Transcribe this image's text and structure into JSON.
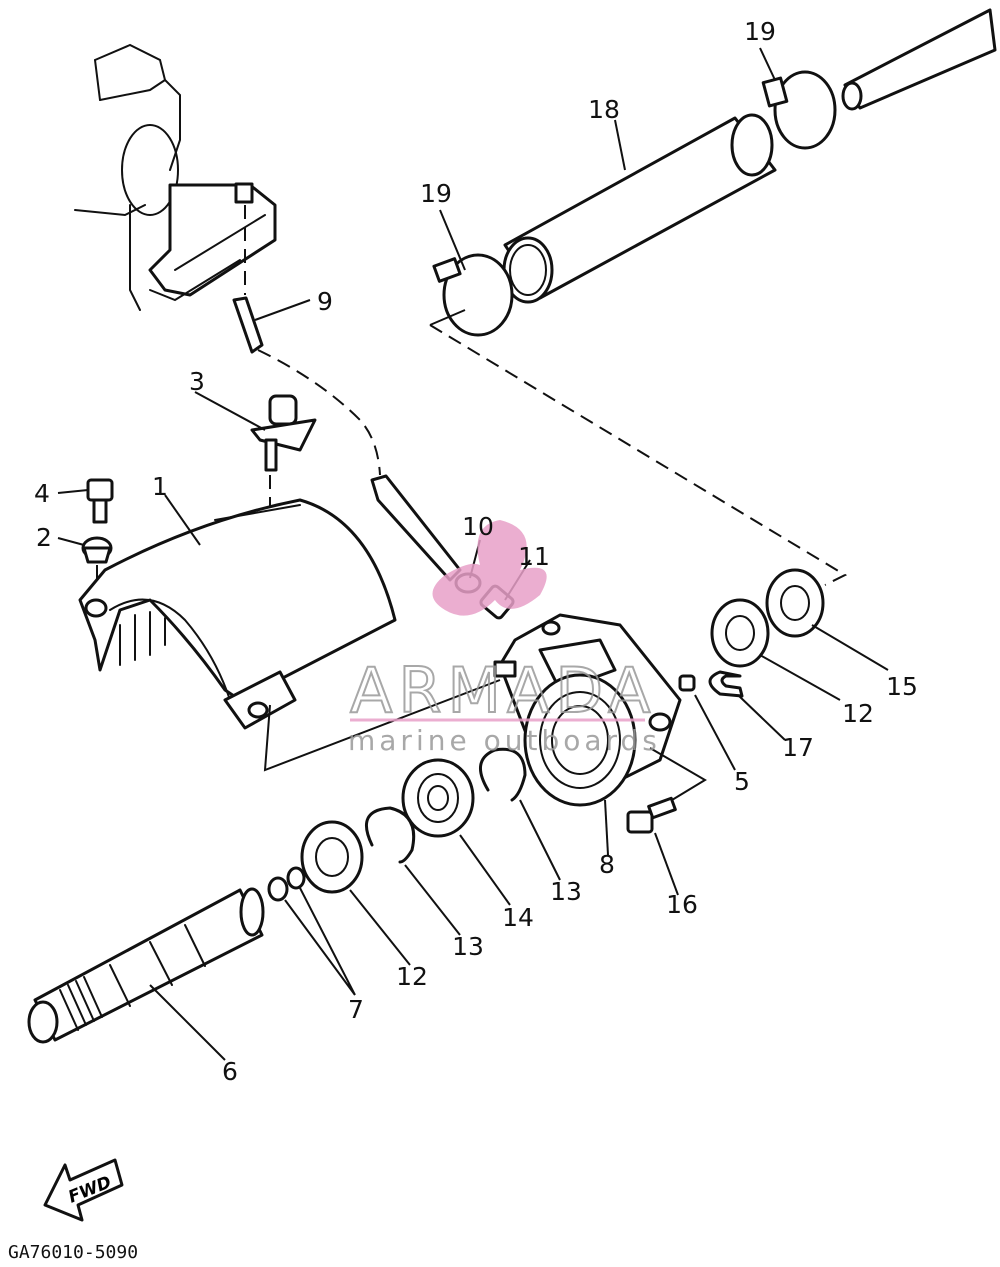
{
  "diagram_code": "GA76010-5090",
  "fwd_label": "FWD",
  "watermark": {
    "brand": "ARMADA",
    "tagline": "marine outboards",
    "accent_color": "#e8a0c8",
    "text_color": "#9a9a9a"
  },
  "callouts": {
    "c1": "1",
    "c2": "2",
    "c3": "3",
    "c4": "4",
    "c5": "5",
    "c6": "6",
    "c7": "7",
    "c8": "8",
    "c9": "9",
    "c10": "10",
    "c11": "11",
    "c12a": "12",
    "c12b": "12",
    "c13a": "13",
    "c13b": "13",
    "c14": "14",
    "c15": "15",
    "c16": "16",
    "c17": "17",
    "c18": "18",
    "c19a": "19",
    "c19b": "19"
  }
}
